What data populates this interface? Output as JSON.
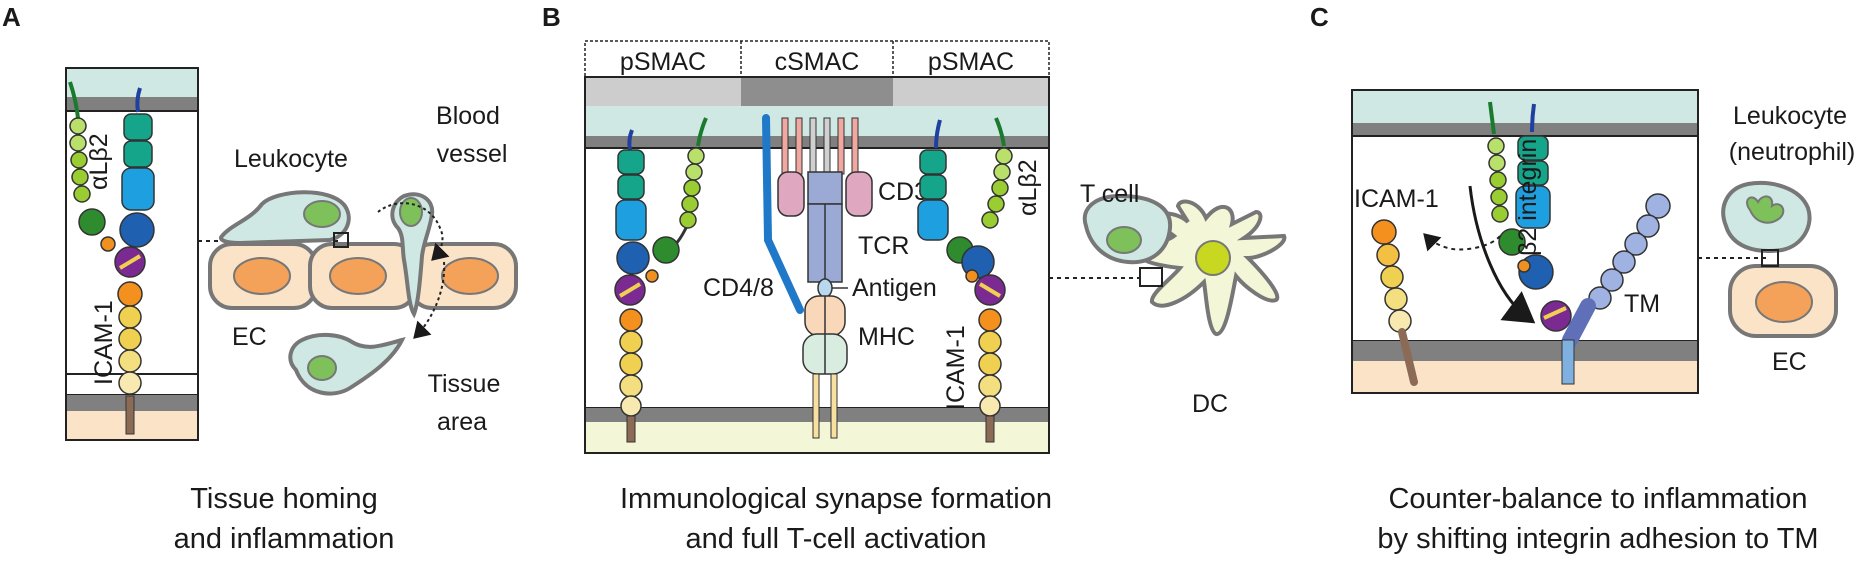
{
  "panels": {
    "a": {
      "letter": "A",
      "integrin_label": "αLβ2",
      "ligand_label": "ICAM-1",
      "leukocyte_label": "Leukocyte",
      "vessel_label": [
        "Blood",
        "vessel"
      ],
      "ec_label": "EC",
      "tissue_label": [
        "Tissue",
        "area"
      ],
      "caption": [
        "Tissue homing",
        "and inflammation"
      ]
    },
    "b": {
      "letter": "B",
      "zones": [
        "pSMAC",
        "cSMAC",
        "pSMAC"
      ],
      "cd3_label": "CD3",
      "tcr_label": "TCR",
      "cd48_label": "CD4/8",
      "antigen_label": "Antigen",
      "mhc_label": "MHC",
      "integrin_label": "αLβ2",
      "ligand_label": "ICAM-1",
      "tcell_label": "T cell",
      "dc_label": "DC",
      "caption": [
        "Immunological synapse formation",
        "and full T-cell activation"
      ]
    },
    "c": {
      "letter": "C",
      "ligand_label": "ICAM-1",
      "integrin_label": "β2 integrin",
      "tm_label": "TM",
      "leukocyte_label": [
        "Leukocyte",
        "(neutrophil)"
      ],
      "ec_label": "EC",
      "caption": [
        "Counter-balance to inflammation",
        "by shifting integrin adhesion to TM"
      ]
    }
  },
  "colors": {
    "leukocyte_membrane": "#cfe8e3",
    "ec_membrane": "#fbe3c8",
    "dc_membrane": "#f4f6d8",
    "membrane_edge": "#7b7b7b",
    "csmac": "#8e8e8e",
    "psmac": "#cdcdcd",
    "alpha_chain": "#9acd32",
    "beta_chain": "#14a58a",
    "icam": "#f0d050",
    "cd4_8": "#1f78c8",
    "tcr": "#9aaad4",
    "cd3": "#e0a8c0",
    "mhc": "#f8d8b8",
    "tm": "#9fb2e2"
  }
}
